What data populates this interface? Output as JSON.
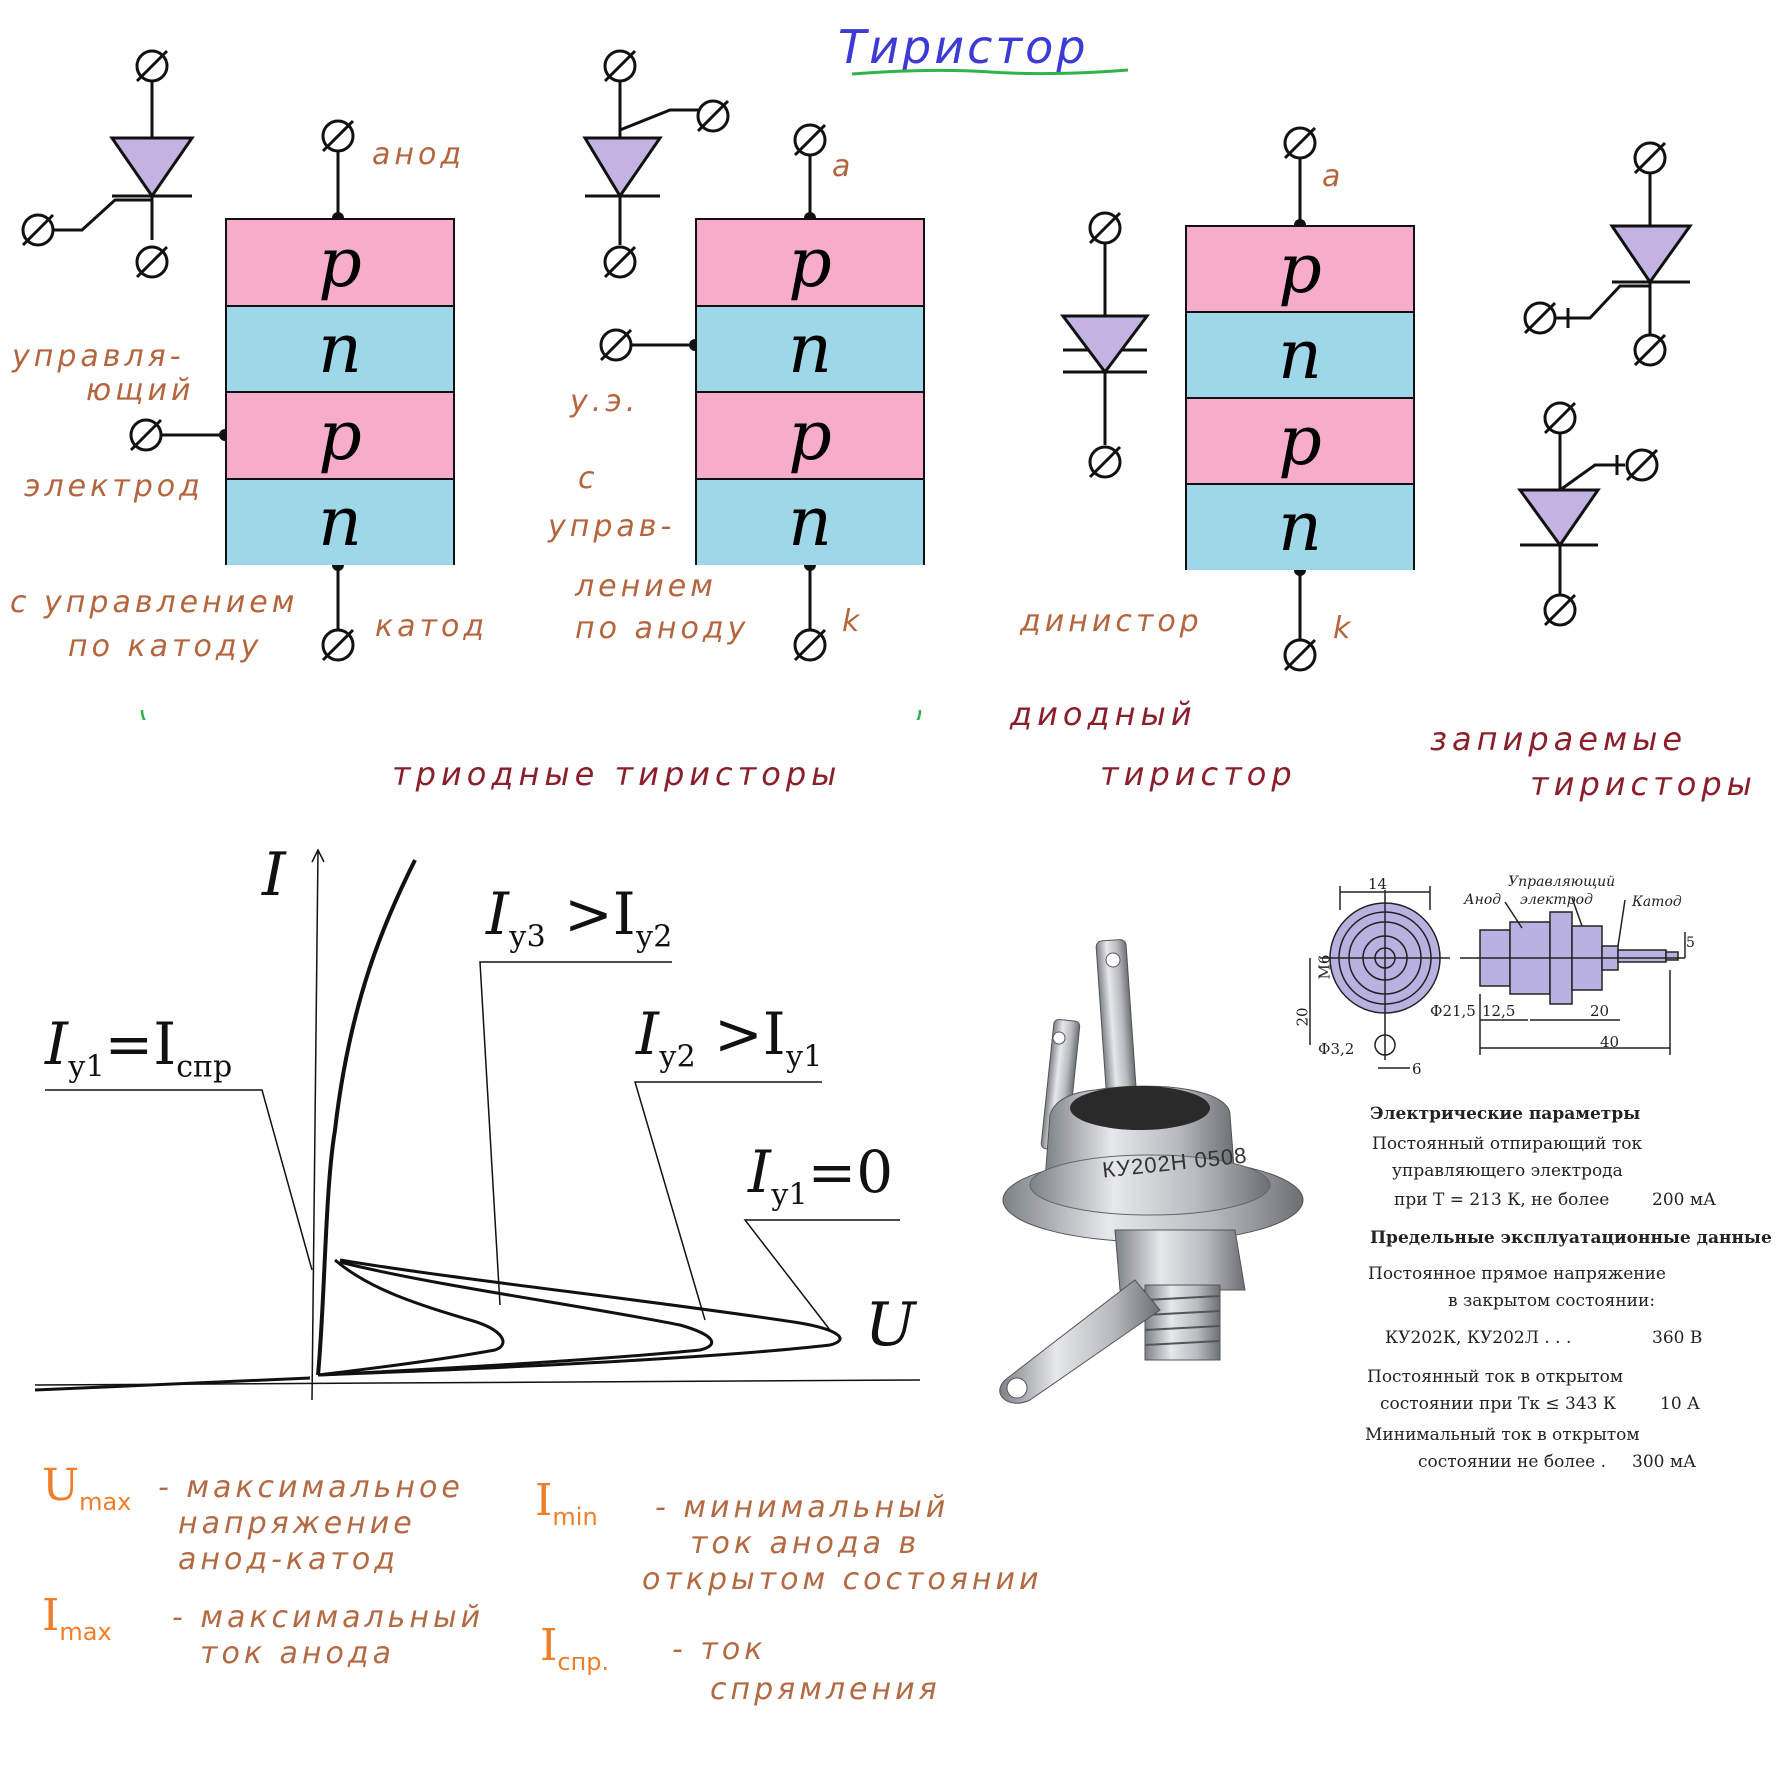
{
  "title": "Тиристор",
  "stack_layers": [
    "p",
    "n",
    "p",
    "n"
  ],
  "labels": {
    "anode": "анод",
    "a1": "a",
    "a2": "a",
    "k1": "k",
    "k2": "k",
    "control_1": "управля-",
    "control_2": "ющий",
    "control_3": "электрод",
    "ue": "у.э.",
    "cathode": "катод",
    "cathode_ctrl_1": "с управлением",
    "cathode_ctrl_2": "по катоду",
    "anode_ctrl_1": "с",
    "anode_ctrl_2": "управ-",
    "anode_ctrl_3": "лением",
    "anode_ctrl_4": "по аноду",
    "dinistor": "динистор",
    "triode": "триодные тиристоры",
    "diode_1": "диодный",
    "diode_2": "тиристор",
    "lockable_1": "запираемые",
    "lockable_2": "тиристоры"
  },
  "chart_data": {
    "type": "line",
    "xlabel": "U",
    "ylabel": "I",
    "curve_labels": {
      "c1_main": "I",
      "c1_sub": "у1",
      "c1_eq": "=I",
      "c1_eq_sub": "спр",
      "c2_main": "I",
      "c2_sub": "у3",
      "c2_gt": " >I",
      "c2_gt_sub": "у2",
      "c3_main": "I",
      "c3_sub": "у2",
      "c3_gt": " >I",
      "c3_gt_sub": "у1",
      "c4_main": "I",
      "c4_sub": "у1",
      "c4_eq": "=0"
    }
  },
  "legend": {
    "umax_sym": "U",
    "umax_sub": "max",
    "umax_text_1": "- максимальное",
    "umax_text_2": "напряжение",
    "umax_text_3": "анод-катод",
    "imax_sym": "I",
    "imax_sub": "max",
    "imax_text_1": "- максимальный",
    "imax_text_2": "ток анода",
    "imin_sym": "I",
    "imin_sub": "min",
    "imin_text_1": "- минимальный",
    "imin_text_2": "ток анода в",
    "imin_text_3": "открытом состоянии",
    "ispr_sym": "I",
    "ispr_sub": "спр.",
    "ispr_text_1": "- ток",
    "ispr_text_2": "спрямления"
  },
  "photo": {
    "marking": "КУ202Н 0508"
  },
  "drawing": {
    "d14": "14",
    "m6": "М6",
    "d20a": "20",
    "d215": "Ф21,5",
    "d32": "Ф3,2",
    "d6": "6",
    "d125": "12,5",
    "d20b": "20",
    "d40": "40",
    "d5": "5",
    "lbl_anode": "Анод",
    "lbl_ctrl_1": "Управляющий",
    "lbl_ctrl_2": "электрод",
    "lbl_cathode": "Катод"
  },
  "specs": {
    "h1": "Электрические параметры",
    "l1": "Постоянный отпирающий ток",
    "l2": "управляющего электрода",
    "l3": "при T = 213 К, не более",
    "v3": "200 мА",
    "h2": "Предельные эксплуатационные данные",
    "l4": "Постоянное прямое напряжение",
    "l5": "в закрытом состоянии:",
    "l6": "КУ202К, КУ202Л . . .",
    "v6": "360 В",
    "l7": "Постоянный ток в открытом",
    "l8": "состоянии при Tк ≤ 343 К",
    "v8": "10 А",
    "l9": "Минимальный ток в открытом",
    "l10": "состоянии не более .",
    "v10": "300 мА"
  }
}
